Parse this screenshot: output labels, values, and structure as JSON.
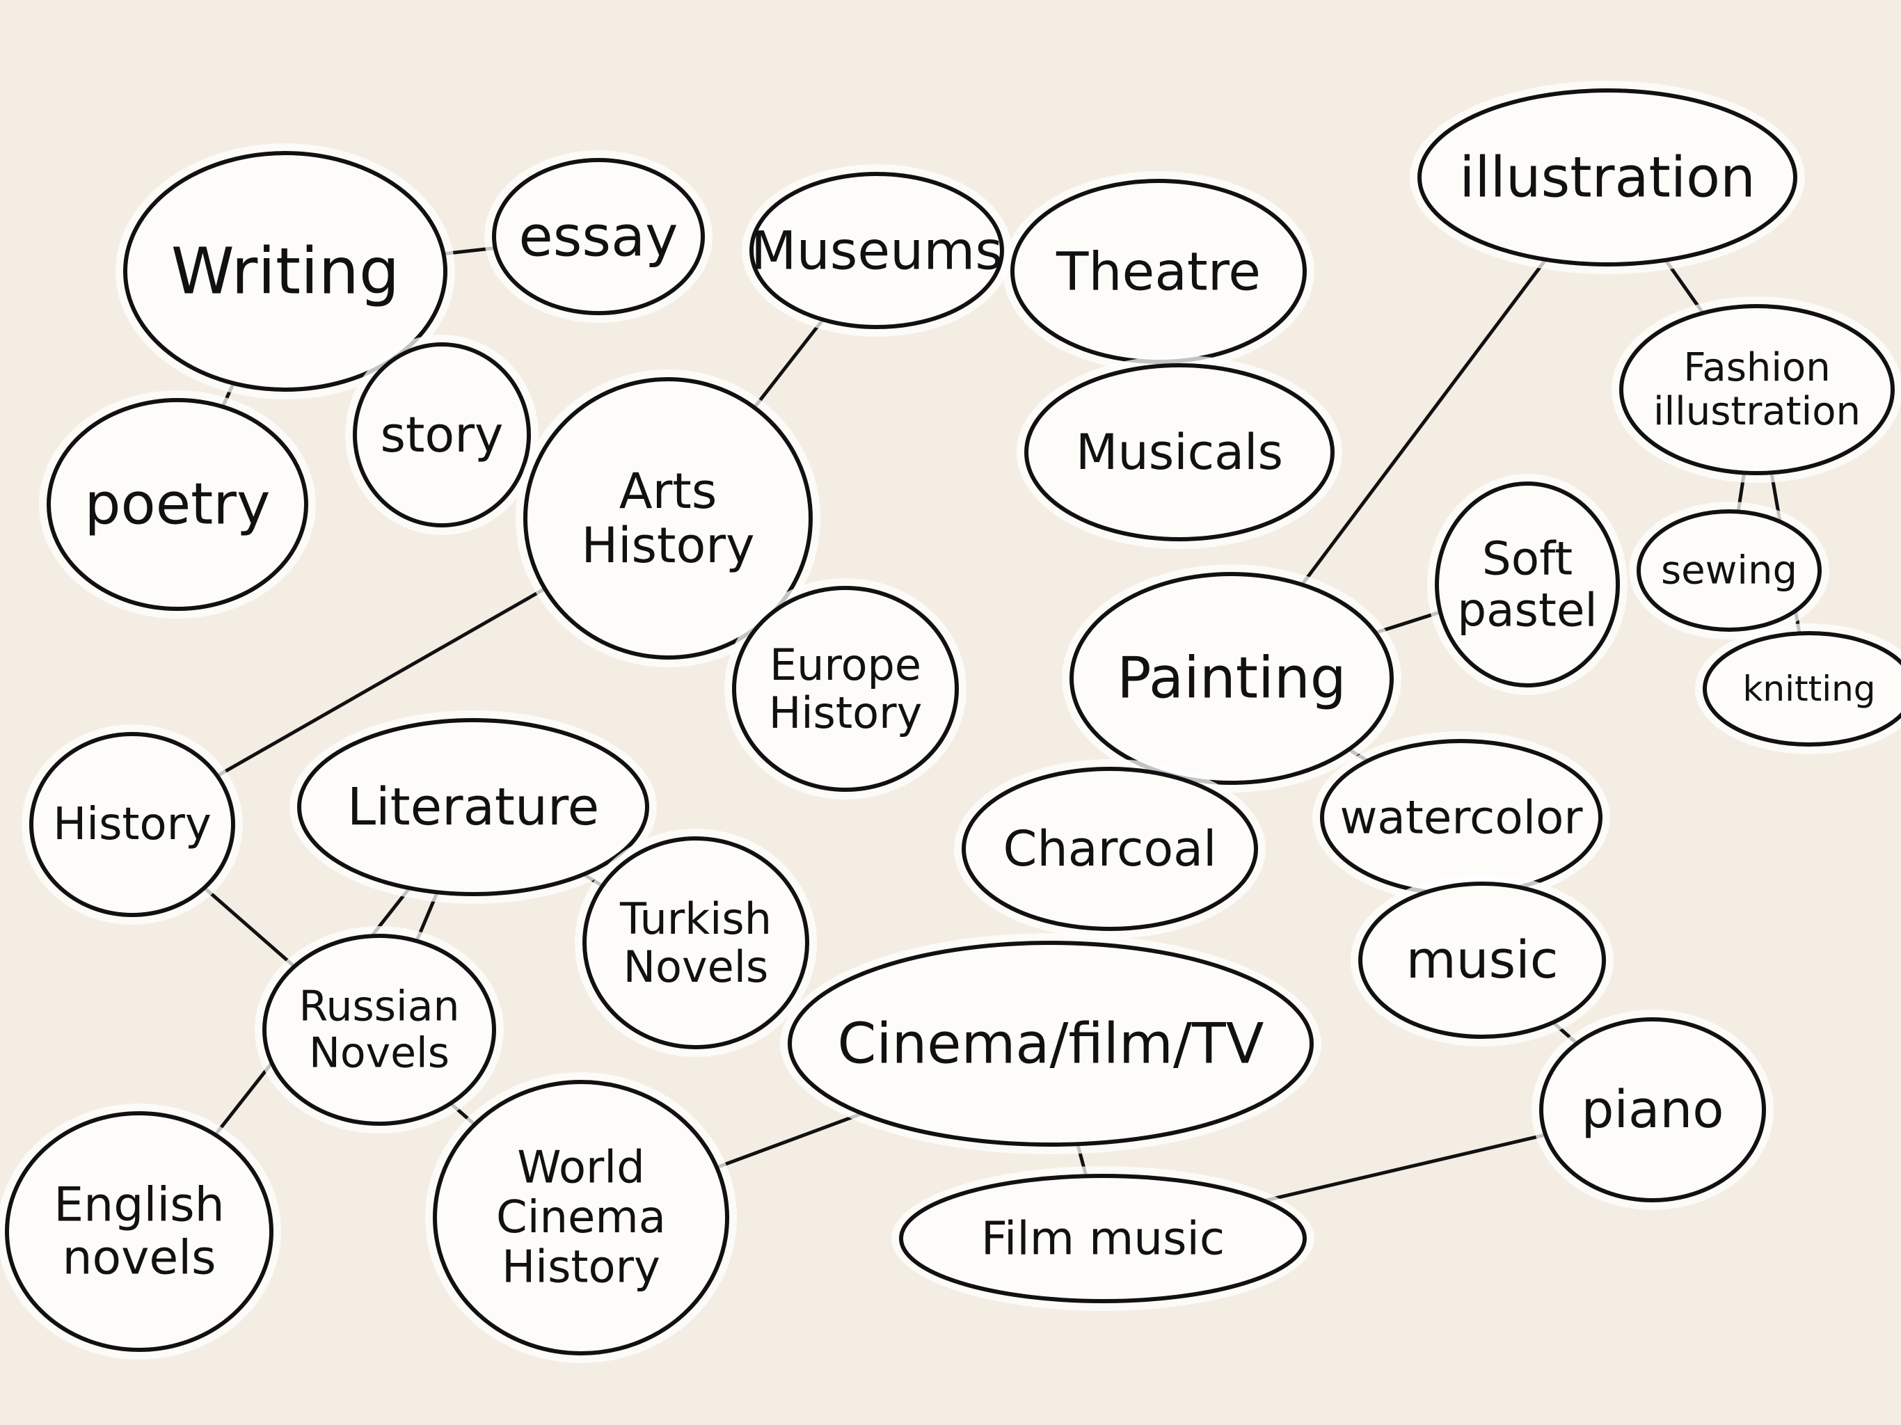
{
  "colors": {
    "background": "#f3ede3",
    "bubble_fill": "#fdfcf9",
    "ink": "#111111",
    "halo": "#ffffff"
  },
  "nodes": [
    {
      "id": "writing",
      "lines": [
        "Writing"
      ]
    },
    {
      "id": "essay",
      "lines": [
        "essay"
      ]
    },
    {
      "id": "poetry",
      "lines": [
        "poetry"
      ]
    },
    {
      "id": "story",
      "lines": [
        "story"
      ]
    },
    {
      "id": "museums",
      "lines": [
        "Museums"
      ]
    },
    {
      "id": "theatre",
      "lines": [
        "Theatre"
      ]
    },
    {
      "id": "musicals",
      "lines": [
        "Musicals"
      ]
    },
    {
      "id": "illustration",
      "lines": [
        "illustration"
      ]
    },
    {
      "id": "fashion-illustration",
      "lines": [
        "Fashion",
        "illustration"
      ]
    },
    {
      "id": "sewing",
      "lines": [
        "sewing"
      ]
    },
    {
      "id": "knitting",
      "lines": [
        "knitting"
      ]
    },
    {
      "id": "arts-history",
      "lines": [
        "Arts",
        "History"
      ]
    },
    {
      "id": "europe-history",
      "lines": [
        "Europe",
        "History"
      ]
    },
    {
      "id": "soft-pastel",
      "lines": [
        "Soft",
        "pastel"
      ]
    },
    {
      "id": "painting",
      "lines": [
        "Painting"
      ]
    },
    {
      "id": "history",
      "lines": [
        "History"
      ]
    },
    {
      "id": "literature",
      "lines": [
        "Literature"
      ]
    },
    {
      "id": "charcoal",
      "lines": [
        "Charcoal"
      ]
    },
    {
      "id": "watercolor",
      "lines": [
        "watercolor"
      ]
    },
    {
      "id": "turkish-novels",
      "lines": [
        "Turkish",
        "Novels"
      ]
    },
    {
      "id": "russian-novels",
      "lines": [
        "Russian",
        "Novels"
      ]
    },
    {
      "id": "music",
      "lines": [
        "music"
      ]
    },
    {
      "id": "cinema",
      "lines": [
        "Cinema/film/TV"
      ]
    },
    {
      "id": "piano",
      "lines": [
        "piano"
      ]
    },
    {
      "id": "english-novels",
      "lines": [
        "English",
        "novels"
      ]
    },
    {
      "id": "world-cinema-history",
      "lines": [
        "World",
        "Cinema",
        "History"
      ]
    },
    {
      "id": "film-music",
      "lines": [
        "Film music"
      ]
    }
  ],
  "links": [
    [
      "writing",
      "essay"
    ],
    [
      "writing",
      "poetry"
    ],
    [
      "writing",
      "story"
    ],
    [
      "museums",
      "arts-history"
    ],
    [
      "theatre",
      "musicals"
    ],
    [
      "illustration",
      "fashion-illustration"
    ],
    [
      "illustration",
      "painting"
    ],
    [
      "fashion-illustration",
      "sewing"
    ],
    [
      "fashion-illustration",
      "knitting"
    ],
    [
      "arts-history",
      "europe-history"
    ],
    [
      "arts-history",
      "history"
    ],
    [
      "painting",
      "soft-pastel"
    ],
    [
      "painting",
      "charcoal"
    ],
    [
      "painting",
      "watercolor"
    ],
    [
      "literature",
      "russian-novels"
    ],
    [
      "literature",
      "turkish-novels"
    ],
    [
      "literature",
      "english-novels"
    ],
    [
      "history",
      "world-cinema-history"
    ],
    [
      "cinema",
      "world-cinema-history"
    ],
    [
      "cinema",
      "film-music"
    ],
    [
      "music",
      "piano"
    ],
    [
      "piano",
      "film-music"
    ]
  ]
}
